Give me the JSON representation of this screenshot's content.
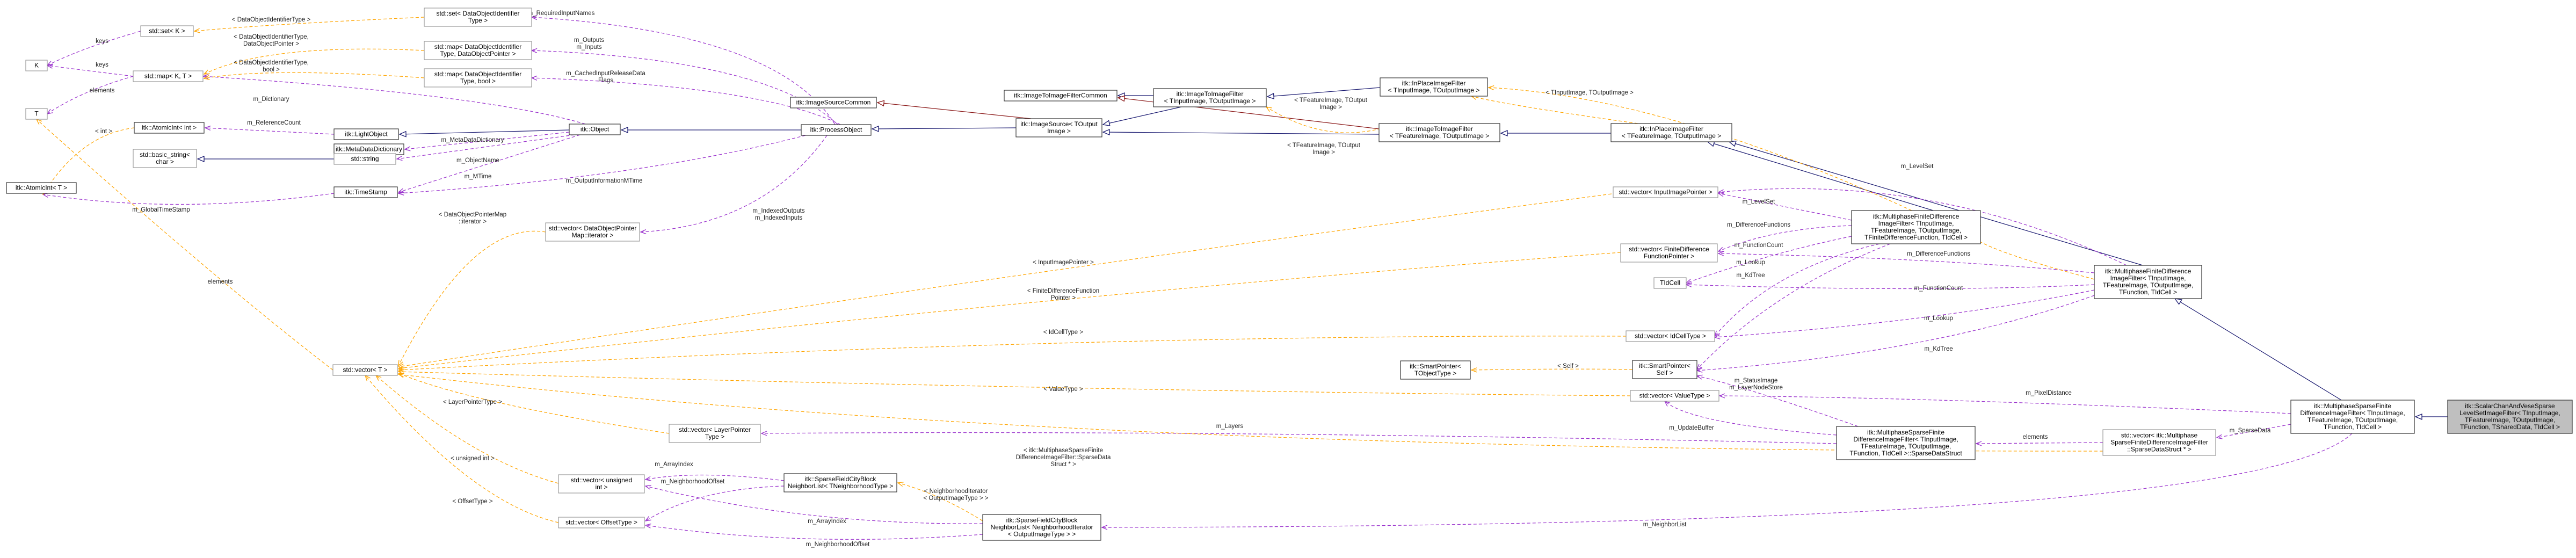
{
  "palette": {
    "inherit_blue": "#191970",
    "inherit_red": "#8b1a1a",
    "use_purple": "#9a32cd",
    "use_orange": "#ffa500"
  },
  "nodes": [
    {
      "id": "set_dataobj",
      "lines": [
        "std::set< DataObjectIdentifier",
        "Type >"
      ],
      "style": "gray"
    },
    {
      "id": "set_k",
      "lines": [
        "std::set< K >"
      ],
      "style": "gray"
    },
    {
      "id": "K",
      "lines": [
        "K"
      ],
      "style": "gray"
    },
    {
      "id": "map_kt",
      "lines": [
        "std::map< K, T >"
      ],
      "style": "gray"
    },
    {
      "id": "T",
      "lines": [
        "T"
      ],
      "style": "gray"
    },
    {
      "id": "map_dataobj_ptr",
      "lines": [
        "std::map< DataObjectIdentifier",
        "Type, DataObjectPointer >"
      ],
      "style": "gray"
    },
    {
      "id": "map_dataobj_bool",
      "lines": [
        "std::map< DataObjectIdentifier",
        "Type, bool >"
      ],
      "style": "gray"
    },
    {
      "id": "atomicint_int",
      "lines": [
        "itk::AtomicInt< int >"
      ],
      "style": "black"
    },
    {
      "id": "lightobject",
      "lines": [
        "itk::LightObject"
      ],
      "style": "black"
    },
    {
      "id": "metadatadict",
      "lines": [
        "itk::MetaDataDictionary"
      ],
      "style": "black"
    },
    {
      "id": "basic_string",
      "lines": [
        "std::basic_string<",
        "char >"
      ],
      "style": "gray"
    },
    {
      "id": "std_string",
      "lines": [
        "std::string"
      ],
      "style": "gray"
    },
    {
      "id": "atomicint_t",
      "lines": [
        "itk::AtomicInt< T >"
      ],
      "style": "black"
    },
    {
      "id": "timestamp",
      "lines": [
        "itk::TimeStamp"
      ],
      "style": "black"
    },
    {
      "id": "object",
      "lines": [
        "itk::Object"
      ],
      "style": "black"
    },
    {
      "id": "imagesourcecommon",
      "lines": [
        "itk::ImageSourceCommon"
      ],
      "style": "black"
    },
    {
      "id": "processobject",
      "lines": [
        "itk::ProcessObject"
      ],
      "style": "black"
    },
    {
      "id": "dataobjptrmap_iter",
      "lines": [
        "std::vector< DataObjectPointer",
        "Map::iterator >"
      ],
      "style": "gray"
    },
    {
      "id": "imagetoimagefiltercommon",
      "lines": [
        "itk::ImageToImageFilterCommon"
      ],
      "style": "black"
    },
    {
      "id": "imagesource",
      "lines": [
        "itk::ImageSource< TOutput",
        "Image >"
      ],
      "style": "black"
    },
    {
      "id": "itif_in_out",
      "lines": [
        "itk::ImageToImageFilter",
        "< TInputImage, TOutputImage >"
      ],
      "style": "black"
    },
    {
      "id": "itif_feat_out",
      "lines": [
        "itk::ImageToImageFilter",
        "< TFeatureImage, TOutputImage >"
      ],
      "style": "black"
    },
    {
      "id": "inplace_in_out",
      "lines": [
        "itk::InPlaceImageFilter",
        "< TInputImage, TOutputImage >"
      ],
      "style": "black"
    },
    {
      "id": "inplace_feat_out",
      "lines": [
        "itk::InPlaceImageFilter",
        "< TFeatureImage, TOutputImage >"
      ],
      "style": "black"
    },
    {
      "id": "vec_inputimageptr",
      "lines": [
        "std::vector< InputImagePointer >"
      ],
      "style": "gray"
    },
    {
      "id": "vec_fdfptr",
      "lines": [
        "std::vector< FiniteDifference",
        "FunctionPointer >"
      ],
      "style": "gray"
    },
    {
      "id": "tidcell",
      "lines": [
        "TIdCell"
      ],
      "style": "gray"
    },
    {
      "id": "vec_idcelltype",
      "lines": [
        "std::vector< IdCellType >"
      ],
      "style": "gray"
    },
    {
      "id": "smartptr_objtype",
      "lines": [
        "itk::SmartPointer<",
        "TObjectType >"
      ],
      "style": "black"
    },
    {
      "id": "smartptr_self",
      "lines": [
        "itk::SmartPointer<",
        "Self >"
      ],
      "style": "black"
    },
    {
      "id": "vec_valuetype",
      "lines": [
        "std::vector< ValueType >"
      ],
      "style": "gray"
    },
    {
      "id": "vec_t",
      "lines": [
        "std::vector< T >"
      ],
      "style": "gray"
    },
    {
      "id": "vec_layerptr",
      "lines": [
        "std::vector< LayerPointer",
        "Type >"
      ],
      "style": "gray"
    },
    {
      "id": "vec_unsigned",
      "lines": [
        "std::vector< unsigned",
        "int >"
      ],
      "style": "gray"
    },
    {
      "id": "sfcb_neighlist_uint",
      "lines": [
        "itk::SparseFieldCityBlock",
        "NeighborList< TNeighborhoodType >"
      ],
      "style": "black"
    },
    {
      "id": "vec_offsettype",
      "lines": [
        "std::vector< OffsetType >"
      ],
      "style": "gray"
    },
    {
      "id": "sfcb_neighlist_iter",
      "lines": [
        "itk::SparseFieldCityBlock",
        "NeighborList< NeighborhoodIterator",
        "< OutputImageType > >"
      ],
      "style": "black"
    },
    {
      "id": "mfd_tidcell",
      "lines": [
        "itk::MultiphaseFiniteDifference",
        "ImageFilter< TInputImage,",
        "TFeatureImage, TOutputImage,",
        "TFiniteDifferenceFunction, TIdCell >"
      ],
      "style": "black"
    },
    {
      "id": "mfd_template",
      "lines": [
        "itk::MultiphaseFiniteDifference",
        "ImageFilter< TInputImage,",
        "TFeatureImage, TOutputImage,",
        "TFunction, TIdCell >"
      ],
      "style": "black"
    },
    {
      "id": "msfd_sparsedatastruct",
      "lines": [
        "itk::MultiphaseSparseFinite",
        "DifferenceImageFilter< TInputImage,",
        "TFeatureImage, TOutputImage,",
        "TFunction, TIdCell >::SparseDataStruct"
      ],
      "style": "black"
    },
    {
      "id": "vec_msfd_sparse",
      "lines": [
        "std::vector< itk::Multiphase",
        "SparseFiniteDifferenceImageFilter",
        "::SparseDataStruct * >"
      ],
      "style": "gray"
    },
    {
      "id": "msfd",
      "lines": [
        "itk::MultiphaseSparseFinite",
        "DifferenceImageFilter< TInputImage,",
        "TFeatureImage, TOutputImage,",
        "TFunction, TIdCell >"
      ],
      "style": "black"
    },
    {
      "id": "scalarchanvese",
      "lines": [
        "itk::ScalarChanAndVeseSparse",
        "LevelSetImageFilter< TInputImage,",
        "TFeatureImage, TOutputImage,",
        "TFunction, TSharedData, TIdCell >"
      ],
      "style": "root"
    }
  ],
  "edge_labels": [
    {
      "id": "l_reqinputnames",
      "lines": [
        "m_RequiredInputNames"
      ]
    },
    {
      "id": "l_set_k_t",
      "lines": [
        "< DataObjectIdentifierType >"
      ]
    },
    {
      "id": "l_keys1",
      "lines": [
        "keys"
      ]
    },
    {
      "id": "l_keys2",
      "lines": [
        "keys"
      ]
    },
    {
      "id": "l_elements1",
      "lines": [
        "elements"
      ]
    },
    {
      "id": "l_map_dataobjptr",
      "lines": [
        "< DataObjectIdentifierType,",
        "DataObjectPointer >"
      ]
    },
    {
      "id": "l_map_dataobjbool",
      "lines": [
        "< DataObjectIdentifierType,",
        "bool >"
      ]
    },
    {
      "id": "l_outputs_inputs",
      "lines": [
        "m_Outputs",
        "m_Inputs"
      ]
    },
    {
      "id": "l_cachedrelease",
      "lines": [
        "m_CachedInputReleaseData",
        "Flags"
      ]
    },
    {
      "id": "l_int",
      "lines": [
        "< int >"
      ]
    },
    {
      "id": "l_refcount",
      "lines": [
        "m_ReferenceCount"
      ]
    },
    {
      "id": "l_metadict",
      "lines": [
        "m_MetaDataDictionary"
      ]
    },
    {
      "id": "l_objname",
      "lines": [
        "m_ObjectName"
      ]
    },
    {
      "id": "l_mtime1",
      "lines": [
        "m_MTime"
      ]
    },
    {
      "id": "l_outinfomtime",
      "lines": [
        "m_OutputInformationMTime"
      ]
    },
    {
      "id": "l_globaltime",
      "lines": [
        "m_GlobalTimeStamp"
      ]
    },
    {
      "id": "l_dictionary",
      "lines": [
        "m_Dictionary"
      ]
    },
    {
      "id": "l_dataobjptrmap_iter",
      "lines": [
        "< DataObjectPointerMap",
        "::iterator >"
      ]
    },
    {
      "id": "l_indexedoutputs",
      "lines": [
        "m_IndexedOutputs",
        "m_IndexedInputs"
      ]
    },
    {
      "id": "l_elements2",
      "lines": [
        "elements"
      ]
    },
    {
      "id": "l_tfeat_tout",
      "lines": [
        "< TFeatureImage, TOutput",
        "Image >"
      ]
    },
    {
      "id": "l_tfeat_tout2",
      "lines": [
        "< TFeatureImage, TOutput",
        "Image >"
      ]
    },
    {
      "id": "l_tin_tout",
      "lines": [
        "< TInputImage, TOutputImage >"
      ]
    },
    {
      "id": "l_levelset1",
      "lines": [
        "m_LevelSet"
      ]
    },
    {
      "id": "l_levelset2",
      "lines": [
        "m_LevelSet"
      ]
    },
    {
      "id": "l_inputimageptr",
      "lines": [
        "< InputImagePointer >"
      ]
    },
    {
      "id": "l_difffuncs1",
      "lines": [
        "m_DifferenceFunctions"
      ]
    },
    {
      "id": "l_difffuncs2",
      "lines": [
        "m_DifferenceFunctions"
      ]
    },
    {
      "id": "l_fdfptr",
      "lines": [
        "< FiniteDifferenceFunction",
        "Pointer >"
      ]
    },
    {
      "id": "l_funccount1",
      "lines": [
        "m_FunctionCount"
      ]
    },
    {
      "id": "l_funccount2",
      "lines": [
        "m_FunctionCount"
      ]
    },
    {
      "id": "l_lookup1",
      "lines": [
        "m_Lookup"
      ]
    },
    {
      "id": "l_lookup2",
      "lines": [
        "m_Lookup"
      ]
    },
    {
      "id": "l_kdtree1",
      "lines": [
        "m_KdTree"
      ]
    },
    {
      "id": "l_kdtree2",
      "lines": [
        "m_KdTree"
      ]
    },
    {
      "id": "l_idcelltype",
      "lines": [
        "< IdCellType >"
      ]
    },
    {
      "id": "l_self",
      "lines": [
        "< Self >"
      ]
    },
    {
      "id": "l_statusimage",
      "lines": [
        "m_StatusImage",
        "m_LayerNodeStore"
      ]
    },
    {
      "id": "l_pixeldistance",
      "lines": [
        "m_PixelDistance"
      ]
    },
    {
      "id": "l_valuetype",
      "lines": [
        "< ValueType >"
      ]
    },
    {
      "id": "l_layerptrtype",
      "lines": [
        "< LayerPointerType >"
      ]
    },
    {
      "id": "l_layers",
      "lines": [
        "m_Layers"
      ]
    },
    {
      "id": "l_updatebuffer",
      "lines": [
        "m_UpdateBuffer"
      ]
    },
    {
      "id": "l_elements3",
      "lines": [
        "elements"
      ]
    },
    {
      "id": "l_sparsedata",
      "lines": [
        "m_SparseData"
      ]
    },
    {
      "id": "l_msfd_sparse",
      "lines": [
        "< itk::MultiphaseSparseFinite",
        "DifferenceImageFilter::SparseData",
        "Struct * >"
      ]
    },
    {
      "id": "l_unsignedint",
      "lines": [
        "< unsigned int >"
      ]
    },
    {
      "id": "l_arrayindex1",
      "lines": [
        "m_ArrayIndex"
      ]
    },
    {
      "id": "l_neighoffset1",
      "lines": [
        "m_NeighborhoodOffset"
      ]
    },
    {
      "id": "l_neighiter",
      "lines": [
        "< NeighborhoodIterator",
        "< OutputImageType > >"
      ]
    },
    {
      "id": "l_offsettype",
      "lines": [
        "< OffsetType >"
      ]
    },
    {
      "id": "l_arrayindex2",
      "lines": [
        "m_ArrayIndex"
      ]
    },
    {
      "id": "l_neighoffset2",
      "lines": [
        "m_NeighborhoodOffset"
      ]
    },
    {
      "id": "l_neighlist",
      "lines": [
        "m_NeighborList"
      ]
    }
  ]
}
